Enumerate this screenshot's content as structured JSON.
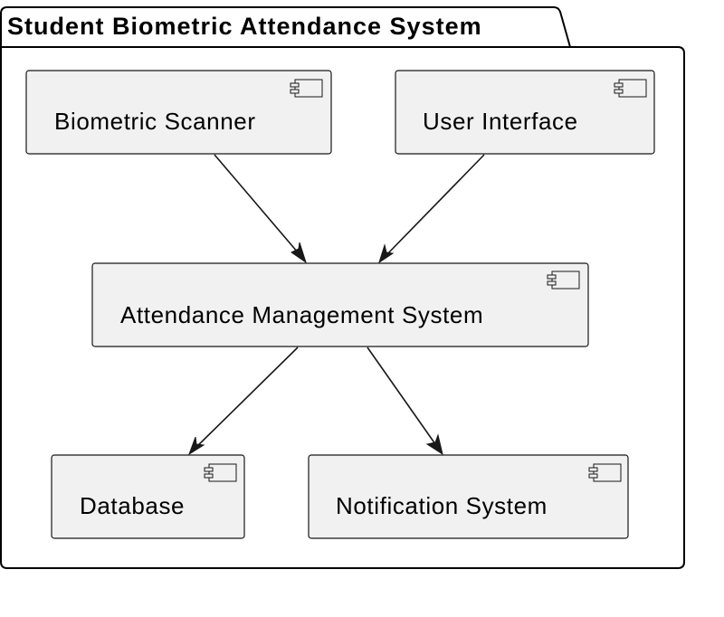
{
  "package": {
    "title": "Student Biometric Attendance System"
  },
  "components": [
    {
      "id": "biometric-scanner",
      "label": "Biometric Scanner"
    },
    {
      "id": "user-interface",
      "label": "User Interface"
    },
    {
      "id": "attendance-management-system",
      "label": "Attendance Management System"
    },
    {
      "id": "database",
      "label": "Database"
    },
    {
      "id": "notification-system",
      "label": "Notification System"
    }
  ],
  "edges": [
    {
      "from": "biometric-scanner",
      "to": "attendance-management-system"
    },
    {
      "from": "user-interface",
      "to": "attendance-management-system"
    },
    {
      "from": "attendance-management-system",
      "to": "database"
    },
    {
      "from": "attendance-management-system",
      "to": "notification-system"
    }
  ],
  "icons": {
    "component": "component-icon"
  },
  "colors": {
    "component_fill": "#f1f1f1",
    "stroke": "#181818",
    "background": "#ffffff"
  }
}
